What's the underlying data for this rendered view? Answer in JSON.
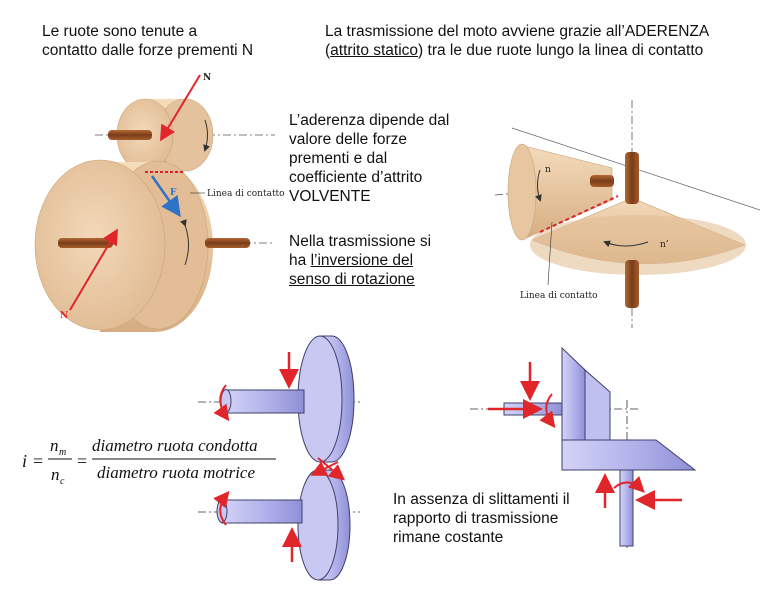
{
  "captions": {
    "top_left": [
      "Le ruote sono tenute a",
      "contatto dalle forze prementi N"
    ],
    "top_right_line1": "La trasmissione del moto avviene grazie all’ADERENZA",
    "top_right_line2_open": "(",
    "top_right_line2_underlined": "attrito statico",
    "top_right_line2_rest": ") tra le due ruote lungo la linea di contatto",
    "middle": [
      "L’aderenza dipende dal",
      "valore delle forze",
      "prementi e dal",
      "coefficiente d’attrito",
      "VOLVENTE"
    ],
    "inversion_plain": "Nella trasmissione si",
    "inversion_prefix": "ha ",
    "inversion_underlined_1": "l’inversione del",
    "inversion_underlined_2": "senso di rotazione",
    "bottom_right": [
      "In assenza di slittamenti il",
      "rapporto di trasmissione",
      "rimane costante"
    ]
  },
  "diagram_labels": {
    "force_N": "N",
    "force_F": "F",
    "contact_line_left": "Linea di contatto",
    "contact_line_right": "Linea di contatto",
    "speed_n": "n",
    "speed_n_prime": "n’"
  },
  "formula": {
    "lhs": "i",
    "eq": "=",
    "num_symbol": "n",
    "num_sub": "m",
    "den_symbol": "n",
    "den_sub": "c",
    "eq2": "=",
    "num_text": "diametro ruota condotta",
    "den_text": "diametro ruota motrice"
  },
  "colors": {
    "wheel": "#e9c9a4",
    "wheel_dark": "#c99d72",
    "shaft": "#8a4a22",
    "force_arrow": "#e0262b",
    "tangential_arrow": "#2f72c6",
    "contact_line": "#d8222a",
    "schematic_fill": "#b9b9ee",
    "schematic_stroke": "#40406a"
  }
}
